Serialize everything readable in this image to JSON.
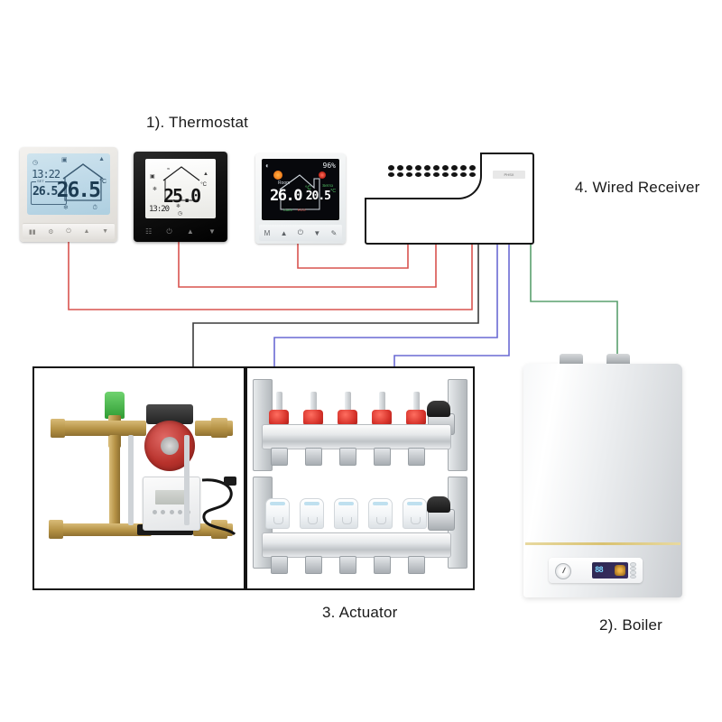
{
  "diagram": {
    "title_thermostat": "1). Thermostat",
    "title_boiler": "2). Boiler",
    "title_actuator": "3. Actuator",
    "title_receiver": "4. Wired Receiver"
  },
  "thermostats": [
    {
      "id": "white-lcd-thermostat",
      "time": "13:22",
      "set_label": "SET",
      "set_temp": "26.5",
      "set_unit": "°C",
      "room_temp": "26.5",
      "room_unit": "°C",
      "buttons": [
        "▮▮",
        "⚙",
        "⏻",
        "▲",
        "▼"
      ]
    },
    {
      "id": "black-lcd-thermostat",
      "time": "13:20",
      "room_temp": "25.0",
      "room_unit": "°C",
      "buttons": [
        "☷",
        "⏻",
        "▲",
        "▼"
      ]
    },
    {
      "id": "color-wifi-thermostat",
      "wifi_icon": "wifi-icon",
      "humidity": "96",
      "humidity_unit": "%",
      "room_label": "Room",
      "room_temp": "26.0",
      "room_unit": "°C",
      "set_label": "Set to",
      "set_temp": "20.5",
      "set_unit": "°C",
      "status_left": "Comf",
      "status_right": "ECO",
      "buttons": [
        "M",
        "▲",
        "⏻",
        "▼",
        "✎"
      ]
    }
  ],
  "receiver": {
    "name": "wired-receiver",
    "brand_label": "PHSX",
    "terminal_count": 10
  },
  "boiler": {
    "name": "wall-hung-gas-boiler",
    "display_value": "88",
    "gauge": "pressure-gauge",
    "button_count": 4
  },
  "actuator": {
    "left_panel": {
      "name": "mixing-pump-station",
      "parts": [
        "green-valve-cap",
        "brass-manifold-valves",
        "red-circulation-pump",
        "white-controller-box",
        "power-cord"
      ]
    },
    "right_panel": {
      "name": "stainless-manifold",
      "flow_meter_count": 5,
      "actuator_head_count": 5,
      "air_vent_count": 2
    }
  },
  "wiring": {
    "thermostat_wire_color": "#d9534f",
    "pump_wire_color": "#3b3b3b",
    "actuator_wire_color": "#6a6ad4",
    "boiler_wire_color": "#5aa06e"
  }
}
